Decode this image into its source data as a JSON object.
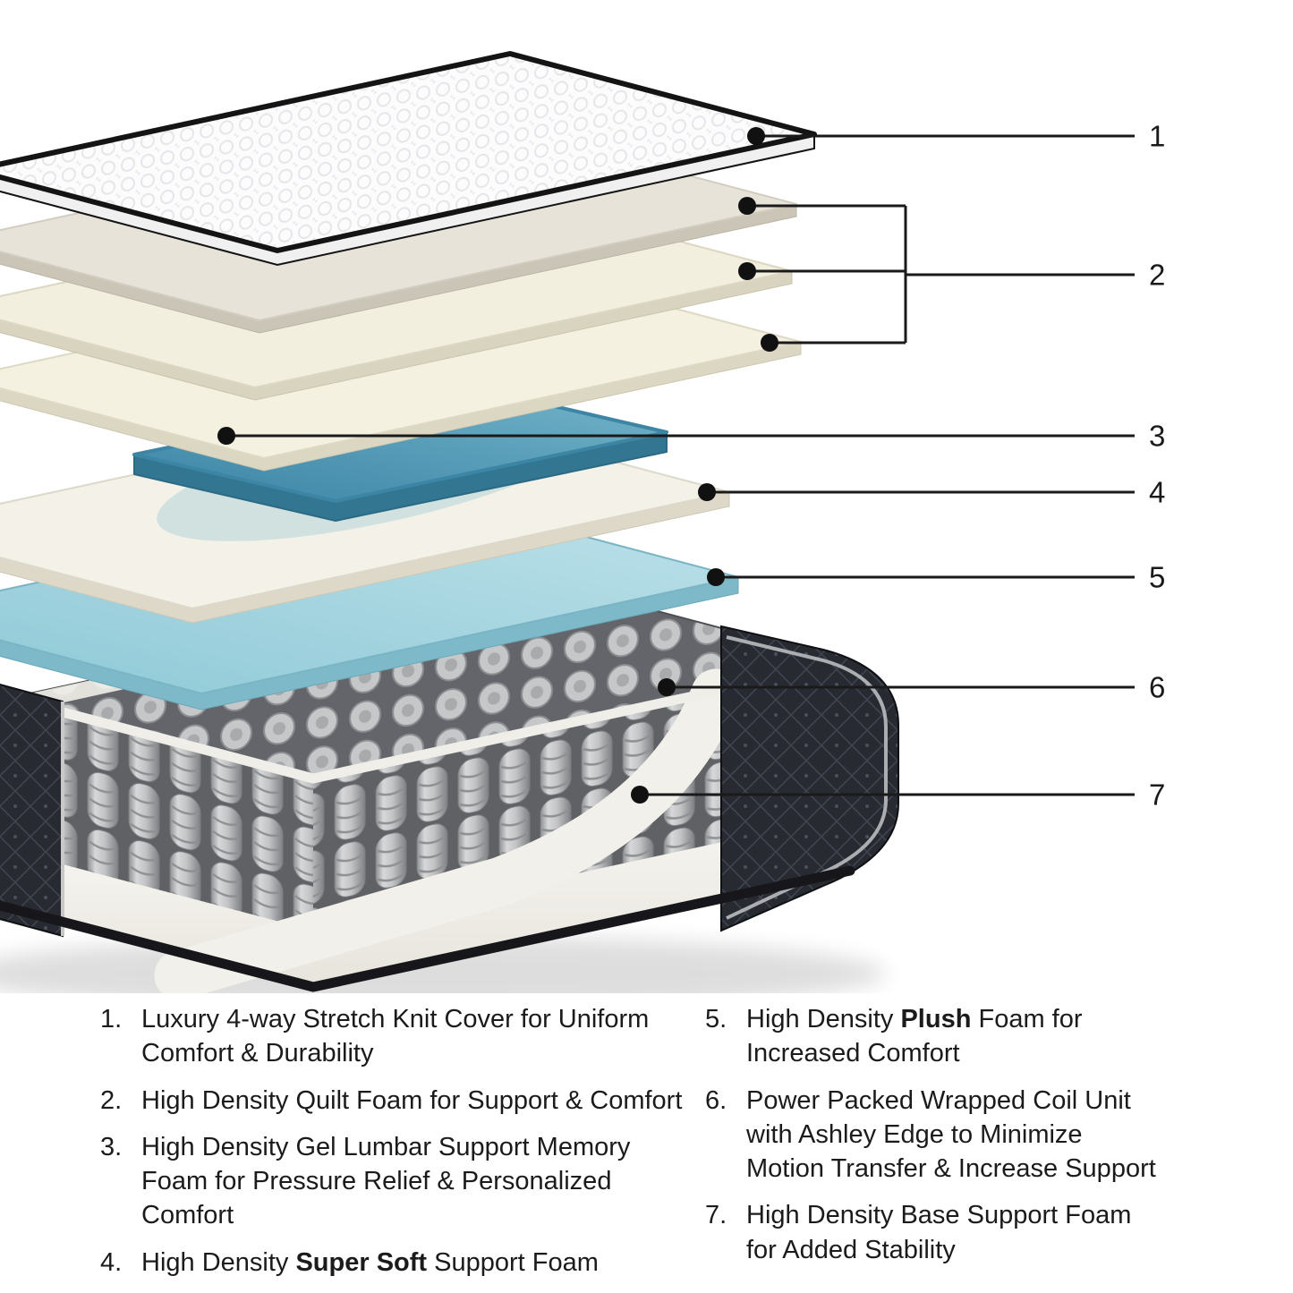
{
  "diagram": {
    "callouts": [
      {
        "label": "1"
      },
      {
        "label": "2"
      },
      {
        "label": "3"
      },
      {
        "label": "4"
      },
      {
        "label": "5"
      },
      {
        "label": "6"
      },
      {
        "label": "7"
      }
    ],
    "colors": {
      "gel_foam": "#4f9cba",
      "plush_foam": "#9fd2de",
      "quilt_fabric": "#272a31",
      "coil_gray": "#c6c7c9",
      "callout_line": "#1a1a1a"
    }
  },
  "legend": {
    "left": [
      {
        "num": "1.",
        "pre": "Luxury 4-way Stretch Knit Cover for Uniform Comfort & Durability",
        "bold": "",
        "post": ""
      },
      {
        "num": "2.",
        "pre": "High Density Quilt Foam for Support & Comfort",
        "bold": "",
        "post": ""
      },
      {
        "num": "3.",
        "pre": "High Density Gel Lumbar Support Memory Foam for Pressure Relief & Personalized Comfort",
        "bold": "",
        "post": ""
      },
      {
        "num": "4.",
        "pre": "High Density ",
        "bold": "Super Soft",
        "post": " Support Foam"
      }
    ],
    "right": [
      {
        "num": "5.",
        "pre": "High Density ",
        "bold": "Plush",
        "post": " Foam for Increased Comfort"
      },
      {
        "num": "6.",
        "pre": "Power Packed Wrapped Coil Unit with Ashley Edge to Minimize Motion Transfer & Increase Support",
        "bold": "",
        "post": ""
      },
      {
        "num": "7.",
        "pre": "High Density Base Support Foam for Added Stability",
        "bold": "",
        "post": ""
      }
    ]
  }
}
